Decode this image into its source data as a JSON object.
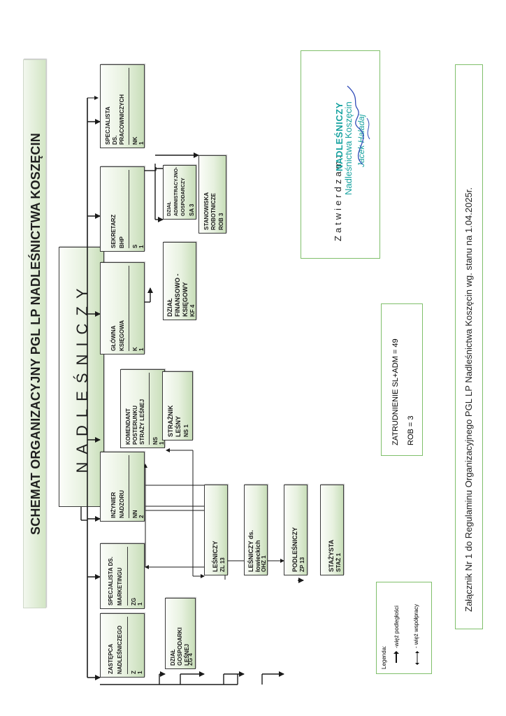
{
  "title": "SCHEMAT ORGANIZACYJNY PGL LP NADLEŚNICTWA KOSZĘCIN",
  "head": {
    "label": "NADLEŚNICZY"
  },
  "units": {
    "zastepca": {
      "name_1": "ZASTĘPCA",
      "name_2": "NADLEŚNICZEGO",
      "code": "Z",
      "count": "1"
    },
    "marketing": {
      "name_1": "SPECJALISTA DS.",
      "name_2": "MARKETINGU",
      "code": "ZG",
      "count": "1"
    },
    "nadzor": {
      "name_1": "INŻYNIER",
      "name_2": "NADZORU",
      "code": "NN",
      "count": "2"
    },
    "komendant": {
      "name_1": "KOMENDANT",
      "name_2": "POSTERUNKU",
      "name_3": "STRAŻY LEŚNEJ",
      "code": "NS",
      "count": "1"
    },
    "ksiegowa": {
      "name_1": "GŁÓWNA",
      "name_2": "KSIĘGOWA",
      "code": "K",
      "count": "1"
    },
    "sekretarz": {
      "name_1": "SEKRETARZ",
      "name_2": "BHP",
      "code": "S",
      "count": "1"
    },
    "pracowniczy": {
      "name_1": "SPECJALISTA",
      "name_2": "DS.",
      "name_3": "PRACOWNICZYCH",
      "code": "NK",
      "count": "1"
    },
    "gospodarka": {
      "name_1": "DZIAŁ",
      "name_2": "GOSPODARKI",
      "name_3": "LEŚNEJ",
      "code": "ZG 4"
    },
    "lesniczy": {
      "name": "LEŚNICZY",
      "code": "ZL 13"
    },
    "lowiecki": {
      "name_1": "LEŚNICZY ds.",
      "name_2": "łowieckich",
      "code": "OHZ 1"
    },
    "podlesniczy": {
      "name": "PODLEŚNICZY",
      "code": "ZP 13"
    },
    "stazysta": {
      "name": "STAŻYSTA",
      "code": "STAŻ 1"
    },
    "straznik": {
      "name_1": "STRAŻNIK",
      "name_2": "LEŚNY",
      "code": "NS 1"
    },
    "finanse": {
      "name_1": "DZIAŁ",
      "name_2": "FINANSOWO -",
      "name_3": "KSIĘGOWY",
      "code": "KF 4"
    },
    "administracja": {
      "name_1": "DZIAŁ",
      "name_2": "ADMINISTRACYJNO-",
      "name_3": "GOSPODARCZY",
      "code": "SA 3"
    },
    "robotnicze": {
      "name_1": "STANOWISKA",
      "name_2": "ROBOTNICZE",
      "code": "ROB 3"
    }
  },
  "legend": {
    "title": "Legenda:",
    "subordination": "-więź podległości",
    "cooperation": "- więź współpracy"
  },
  "employment": {
    "total": "ZATRUDNIENIE SL+ADM = 49",
    "rob": "ROB = 3"
  },
  "approval": {
    "label": "Zatwierdzam:",
    "stamp_title": "NADLEŚNICZY",
    "stamp_office": "Nadleśnictwa Koszęcin",
    "stamp_person": "Jacek Haładaj"
  },
  "footer": "Załącznik Nr 1 do Regulaminu Organizacyjnego PGL LP Nadleśnictwa Koszęcin wg. stanu na 1.04.2025r."
}
